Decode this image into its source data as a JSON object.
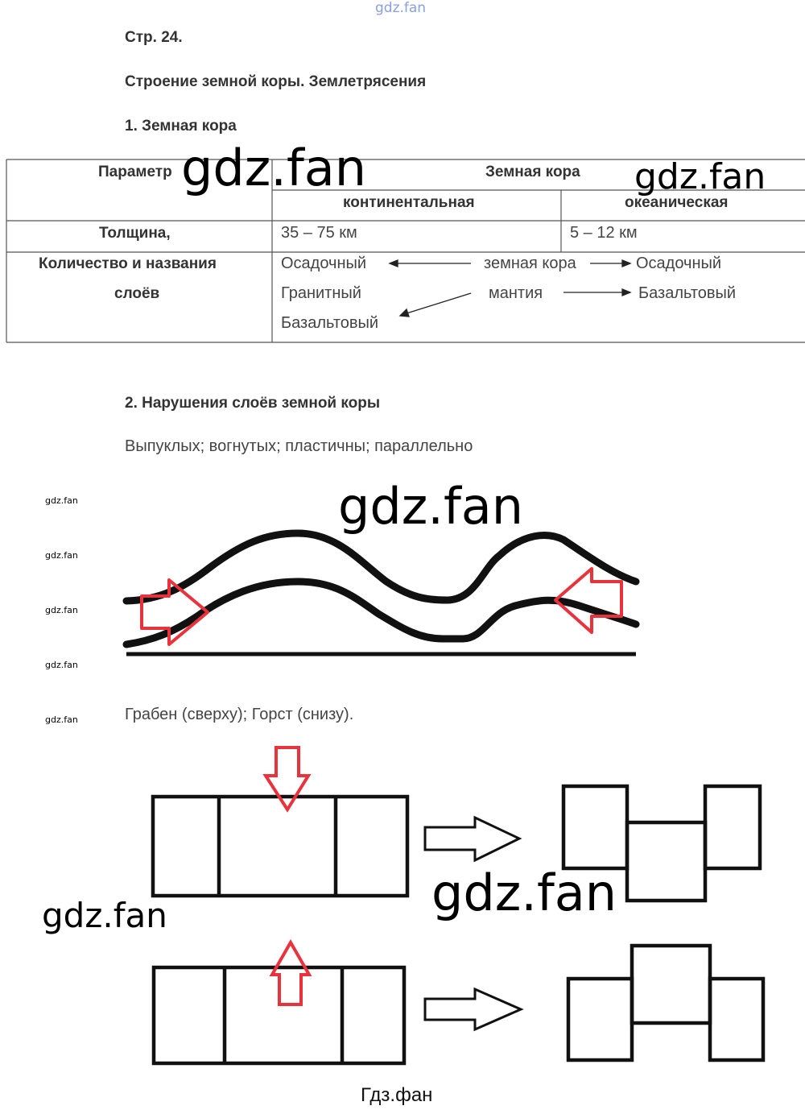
{
  "watermarks": {
    "top": "gdz.fan",
    "table1": "gdz.fan",
    "table2": "gdz.fan",
    "fold": "gdz.fan",
    "side": [
      "gdz.fan",
      "gdz.fan",
      "gdz.fan",
      "gdz.fan",
      "gdz.fan"
    ],
    "bottom_left": "gdz.fan",
    "bottom_mid": "gdz.fan",
    "footer": "Гдз.фан"
  },
  "page_label": "Стр. 24.",
  "title": "Строение земной коры. Землетрясения",
  "section1": {
    "heading": "1. Земная кора",
    "table": {
      "param_header": "Параметр",
      "crust_header": "Земная кора",
      "continental": "континентальная",
      "oceanic": "океаническая",
      "rows": [
        {
          "label": "Толщина,",
          "continental": "35 – 75 км",
          "oceanic": "5 – 12 км"
        },
        {
          "label_line1": "Количество и названия",
          "label_line2": "слоёв",
          "continental": [
            "Осадочный",
            "Гранитный",
            "Базальтовый"
          ],
          "middle": [
            "земная кора",
            "мантия"
          ],
          "oceanic": [
            "Осадочный",
            "Базальтовый"
          ]
        }
      ]
    }
  },
  "section2": {
    "heading": "2. Нарушения слоёв земной коры",
    "answer1": "Выпуклых; вогнутых; пластичны; параллельно",
    "answer2": "Грабен (сверху); Горст (снизу)."
  },
  "colors": {
    "arrow_red": "#e8323c",
    "line": "#111111"
  }
}
